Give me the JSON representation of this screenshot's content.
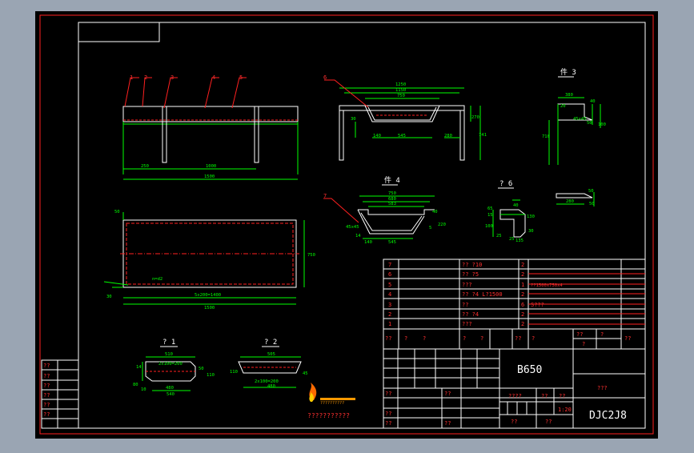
{
  "drawing": {
    "title_block": {
      "model": "B650",
      "code": "DJC2J8",
      "label_right": "???",
      "scale": "1:20",
      "row_a": "????",
      "row_b": "??",
      "row_c": "??",
      "row_d": "??"
    },
    "bom": [
      {
        "no": "7",
        "name": "?? ?10",
        "qty": "2",
        "note": ""
      },
      {
        "no": "6",
        "name": "?? ?5",
        "qty": "2",
        "note": ""
      },
      {
        "no": "5",
        "name": "???",
        "qty": "1",
        "note": "??1500x750x4"
      },
      {
        "no": "4",
        "name": "?? ?4  L?1500",
        "qty": "2",
        "note": ""
      },
      {
        "no": "3",
        "name": "??",
        "qty": "6",
        "note": "S???"
      },
      {
        "no": "2",
        "name": "?? ?4",
        "qty": "2",
        "note": ""
      },
      {
        "no": "1",
        "name": "???",
        "qty": "2",
        "note": ""
      }
    ],
    "bom_header": [
      "??",
      "?",
      "?",
      "?",
      "?",
      "??",
      "?",
      "?",
      "??",
      "?",
      "?",
      "??"
    ],
    "left_strip": [
      "??",
      "??",
      "??",
      "??",
      "??",
      "??"
    ],
    "views": {
      "front": {
        "balloons": [
          "1",
          "2",
          "3",
          "4",
          "5"
        ],
        "dims": [
          "250",
          "1000",
          "1500"
        ]
      },
      "side": {
        "balloon": "6",
        "dims": [
          "1250",
          "1150",
          "750",
          "30",
          "140",
          "545",
          "280",
          "270",
          "741"
        ]
      },
      "detail3": {
        "title": "件 3",
        "dims": [
          "380",
          "20",
          "40",
          "50",
          "100",
          "710",
          "45x45"
        ]
      },
      "detail4": {
        "title": "件 4",
        "balloon": "7",
        "dims": [
          "750",
          "680",
          "583",
          "40",
          "220",
          "5",
          "14",
          "140",
          "545",
          "45x45"
        ]
      },
      "plan": {
        "dims": [
          "50",
          "750",
          "30",
          "5x200=1400",
          "1500",
          "n=d2"
        ]
      },
      "detail6": {
        "title": "? 6",
        "dims": [
          "40",
          "65",
          "15",
          "100",
          "25",
          "135",
          "130",
          "30",
          "25"
        ]
      },
      "detail1": {
        "title": "? 1",
        "dims": [
          "510",
          "2x100=200",
          "14",
          "50",
          "80",
          "10",
          "110",
          "480",
          "540"
        ]
      },
      "detail2": {
        "title": "? 2",
        "dims": [
          "505",
          "110",
          "2x100=200",
          "480",
          "45"
        ]
      },
      "small_right": {
        "dims": [
          "280",
          "50",
          "50"
        ]
      }
    },
    "logo_text": "??????????",
    "logo_sub": "???????????"
  }
}
